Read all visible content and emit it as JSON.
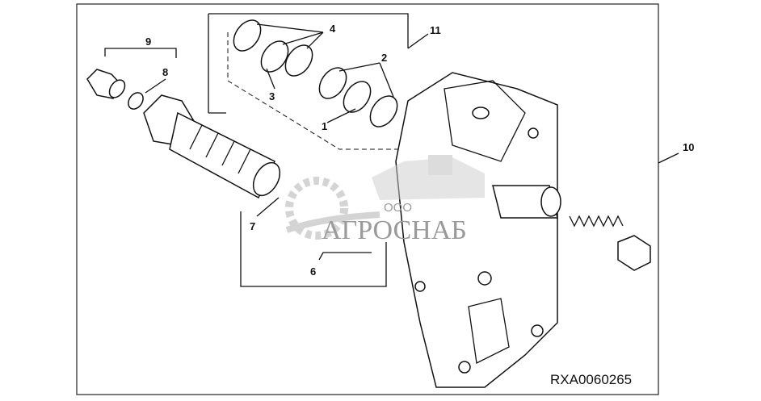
{
  "diagram": {
    "callouts": [
      "1",
      "2",
      "3",
      "4",
      "6",
      "7",
      "8",
      "9",
      "10",
      "11"
    ],
    "figure_code": "RXA0060265",
    "watermark": {
      "small": "ООО",
      "brand": "АГРОСНАБ"
    }
  }
}
